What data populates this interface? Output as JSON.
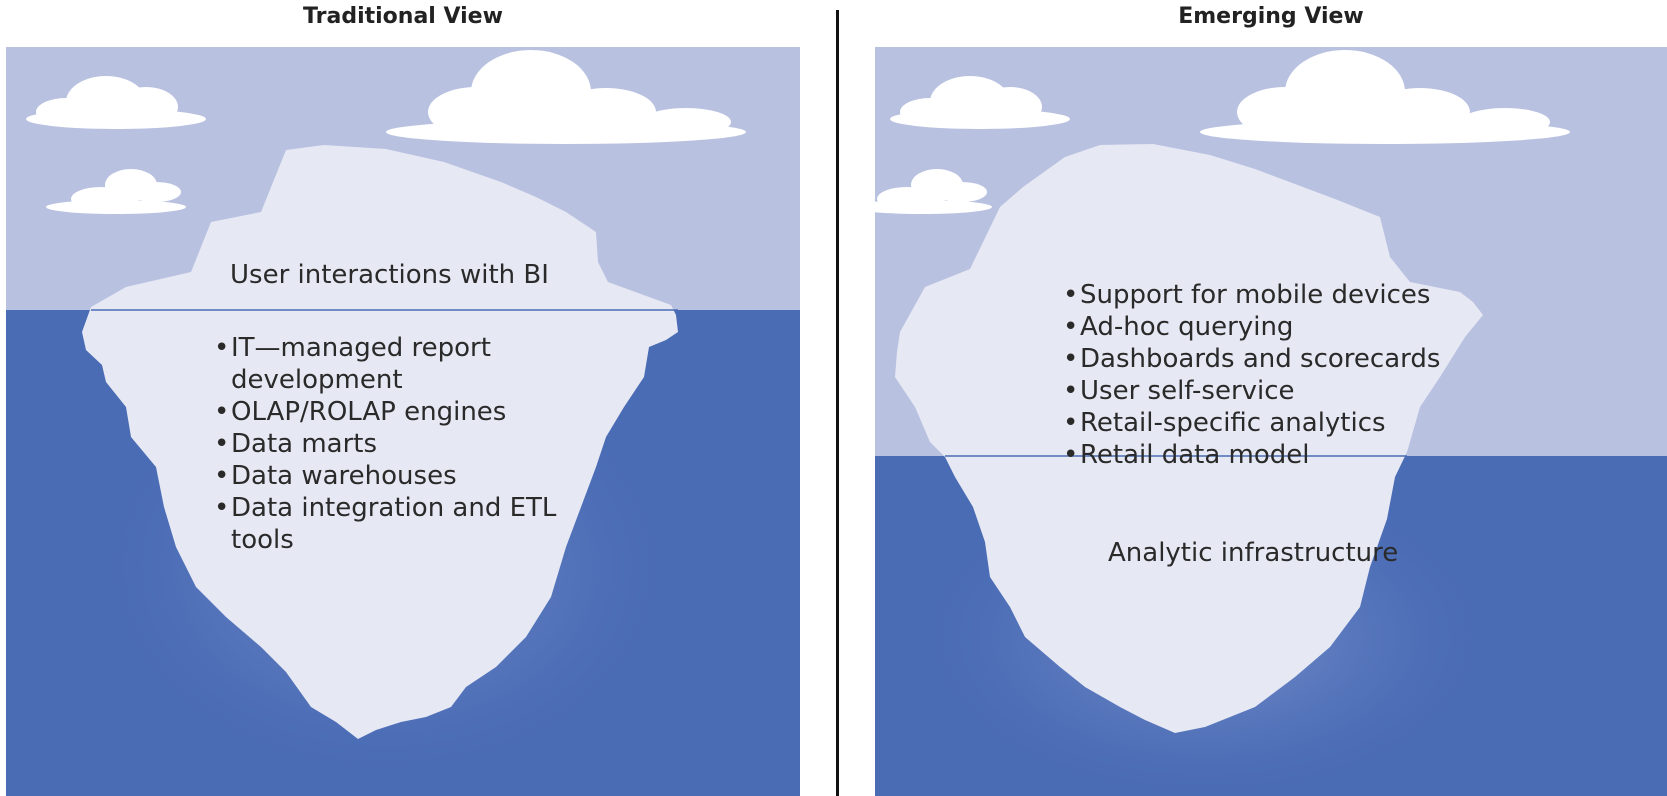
{
  "traditional": {
    "title": "Traditional View",
    "top_label": "User interactions with BI",
    "bullets": [
      "IT—managed report\ndevelopment",
      "OLAP/ROLAP engines",
      "Data marts",
      "Data warehouses",
      "Data integration and ETL\ntools"
    ]
  },
  "emerging": {
    "title": "Emerging View",
    "bullets": [
      "Support for mobile devices",
      "Ad-hoc querying",
      "Dashboards and scorecards",
      "User self-service",
      "Retail-specific analytics",
      "Retail data model"
    ],
    "bottom_label": "Analytic infrastructure"
  },
  "colors": {
    "sky": "#b9c1e1",
    "sea": "#4a6cb5",
    "ice": "#e6e8f3",
    "cloud": "#ffffff",
    "divider": "#111111"
  }
}
